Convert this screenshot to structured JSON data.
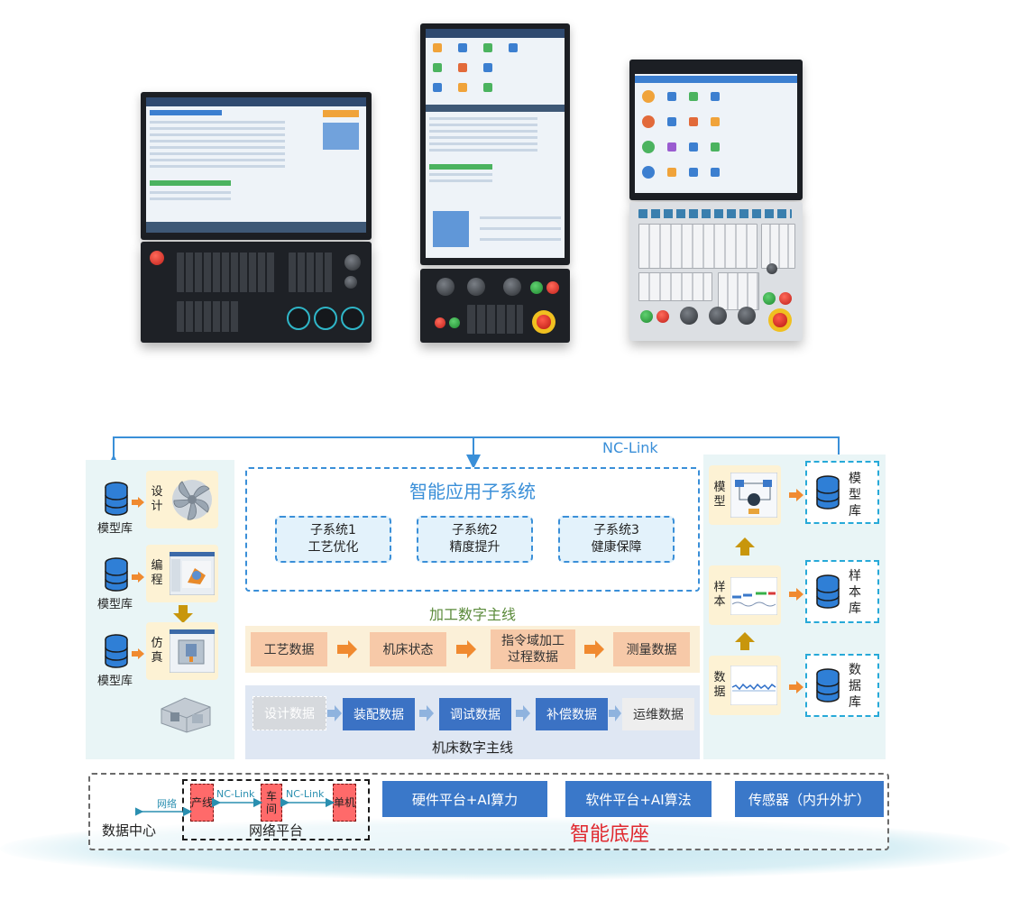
{
  "nc_link": "NC-Link",
  "left_zone": {
    "rows": [
      {
        "db_label": "模型库",
        "stage": "设计"
      },
      {
        "db_label": "模型库",
        "stage": "编程"
      },
      {
        "db_label": "模型库",
        "stage": "仿真"
      }
    ]
  },
  "smart_apps": {
    "title": "智能应用子系统",
    "subsystems": [
      {
        "name": "子系统1",
        "desc": "工艺优化"
      },
      {
        "name": "子系统2",
        "desc": "精度提升"
      },
      {
        "name": "子系统3",
        "desc": "健康保障"
      }
    ]
  },
  "processing_line": {
    "title": "加工数字主线",
    "steps": [
      "工艺数据",
      "机床状态",
      "指令域加工过程数据",
      "测量数据"
    ],
    "step3_lines": [
      "指令域加工",
      "过程数据"
    ]
  },
  "machine_line": {
    "title": "机床数字主线",
    "steps": [
      "设计数据",
      "装配数据",
      "调试数据",
      "补偿数据",
      "运维数据"
    ]
  },
  "right_zone": {
    "cards": [
      "模型",
      "样本",
      "数据"
    ],
    "libraries": [
      "模型库",
      "样本库",
      "数据库"
    ]
  },
  "foundation": {
    "title": "智能底座",
    "data_center": "数据中心",
    "network_label": "网络",
    "network_platform": "网络平台",
    "nodes": [
      "产线",
      "车间",
      "单机"
    ],
    "link_label": "NC-Link",
    "platforms": [
      "硬件平台+AI算力",
      "软件平台+AI算法",
      "传感器（内升外扩）"
    ]
  },
  "colors": {
    "accent_blue": "#3a8fd8",
    "flow_blue": "#3b72c4",
    "flow_orange": "#f7c9a8",
    "arrow_orange": "#f08a30",
    "arrow_gold": "#c8960c",
    "node_red": "#ff6a6a",
    "title_red": "#e0282e",
    "zone_bg": "#e9f5f6"
  },
  "icons": [
    "database-icon",
    "impeller-icon",
    "cam-screenshot-icon",
    "simulation-icon",
    "machine-3d-icon"
  ]
}
